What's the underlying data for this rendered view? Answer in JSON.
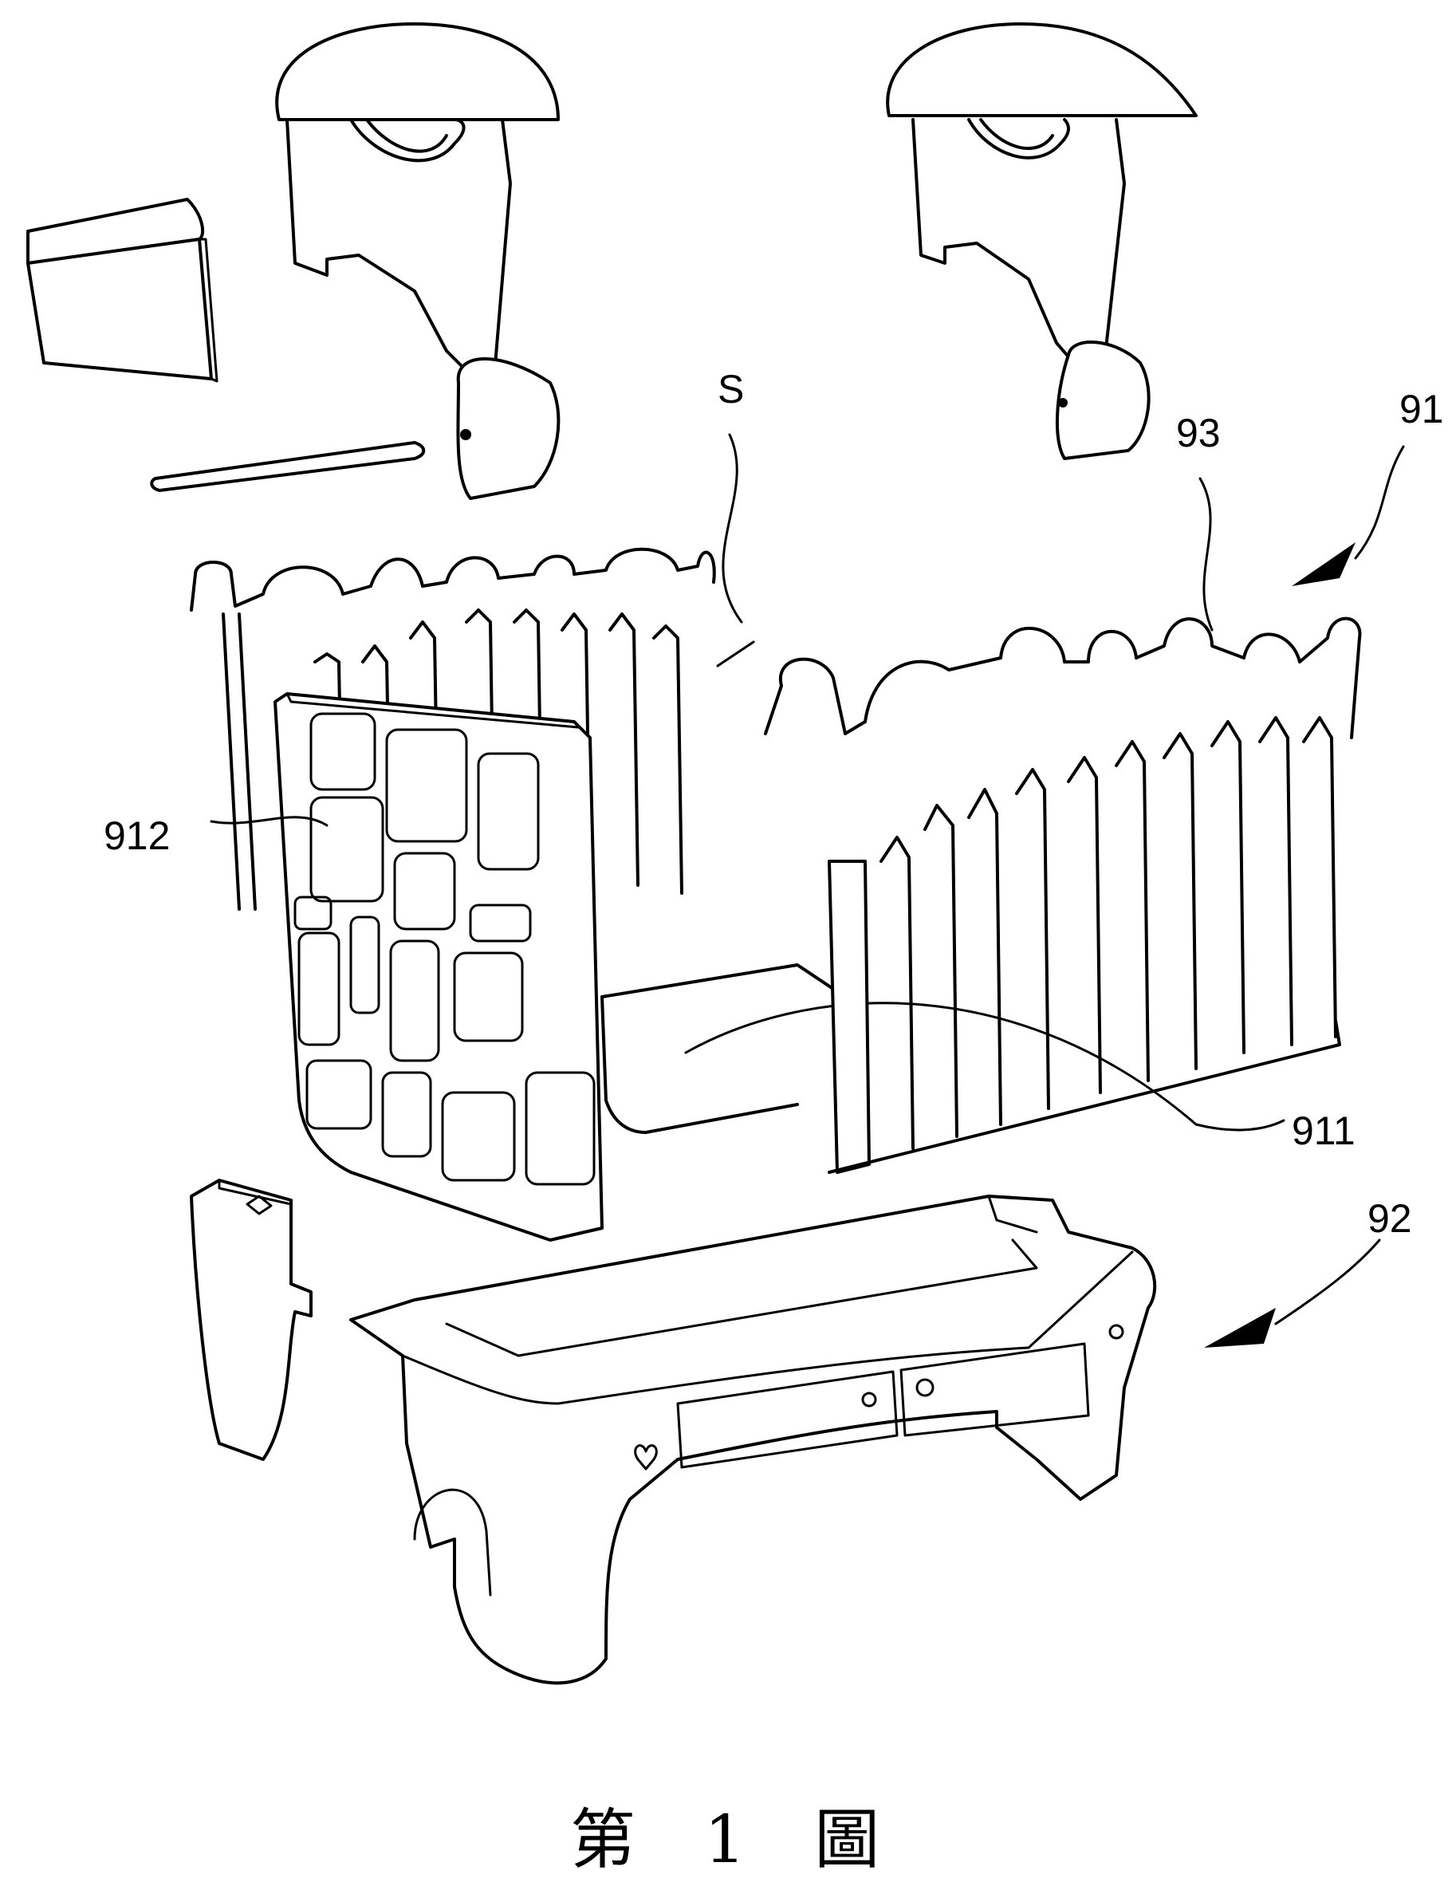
{
  "figure": {
    "caption": "第 1 圖"
  },
  "labels": {
    "s": "S",
    "l91": "91",
    "l93": "93",
    "l912": "912",
    "l911": "911",
    "l92": "92"
  }
}
